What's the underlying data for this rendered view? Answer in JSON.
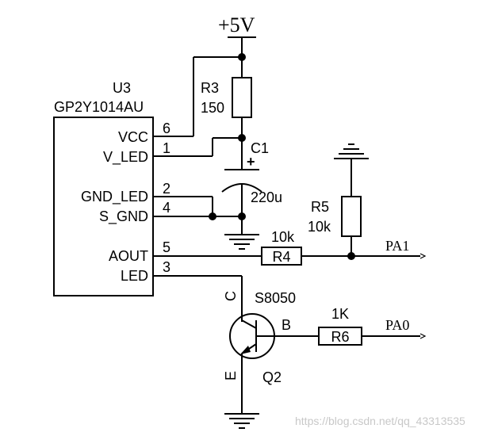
{
  "power": {
    "label": "+5V"
  },
  "ic": {
    "ref": "U3",
    "part": "GP2Y1014AU",
    "pins": [
      {
        "name": "VCC",
        "num": "6"
      },
      {
        "name": "V_LED",
        "num": "1"
      },
      {
        "name": "GND_LED",
        "num": "2"
      },
      {
        "name": "S_GND",
        "num": "4"
      },
      {
        "name": "AOUT",
        "num": "5"
      },
      {
        "name": "LED",
        "num": "3"
      }
    ]
  },
  "r3": {
    "ref": "R3",
    "value": "150"
  },
  "c1": {
    "ref": "C1",
    "value": "220u",
    "polarity": "+"
  },
  "r5": {
    "ref": "R5",
    "value": "10k"
  },
  "r4": {
    "ref": "R4",
    "value": "10k"
  },
  "r6": {
    "ref": "R6",
    "value": "1K"
  },
  "q2": {
    "ref": "Q2",
    "part": "S8050",
    "pin_c": "C",
    "pin_b": "B",
    "pin_e": "E"
  },
  "nets": {
    "pa1": "PA1",
    "pa0": "PA0"
  },
  "watermark": "https://blog.csdn.net/qq_43313535"
}
